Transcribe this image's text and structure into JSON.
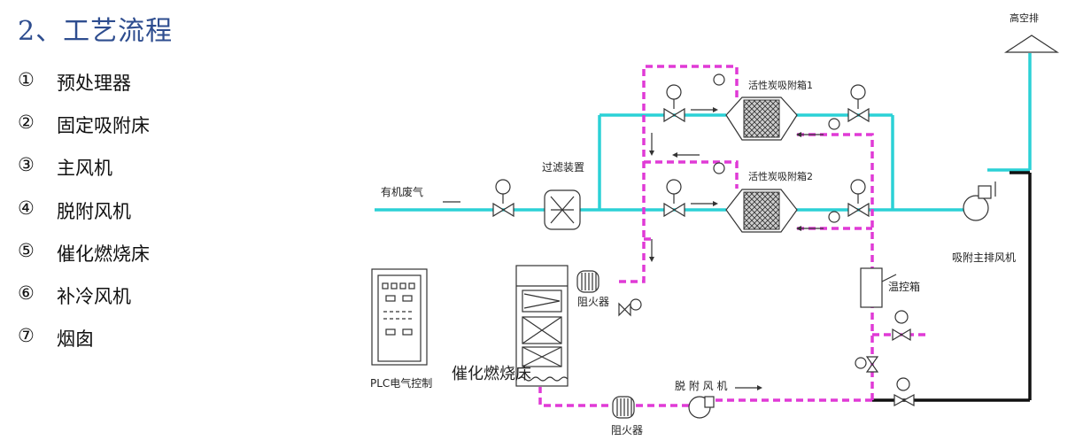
{
  "title": "2、工艺流程",
  "steps": [
    {
      "num": "①",
      "label": "预处理器"
    },
    {
      "num": "②",
      "label": "固定吸附床"
    },
    {
      "num": "③",
      "label": "主风机"
    },
    {
      "num": "④",
      "label": "脱附风机"
    },
    {
      "num": "⑤",
      "label": "催化燃烧床"
    },
    {
      "num": "⑥",
      "label": "补冷风机"
    },
    {
      "num": "⑦",
      "label": "烟囱"
    }
  ],
  "diagram": {
    "labels": {
      "stack": "高空排",
      "filter": "过滤装置",
      "inlet": "有机废气",
      "bed1": "活性炭吸附箱1",
      "bed2": "活性炭吸附箱2",
      "main_fan": "吸附主排风机",
      "temp_box": "温控箱",
      "flame_arrester_top": "阻火器",
      "flame_arrester_bottom": "阻火器",
      "plc": "PLC电气控制",
      "catalytic_bed": "催化燃烧床",
      "desorb_fan": "脱 附 风 机"
    },
    "colors": {
      "main_gas_line": "#2bd1d6",
      "desorption_line": "#e03ad6",
      "exhaust_line": "#111111"
    }
  }
}
